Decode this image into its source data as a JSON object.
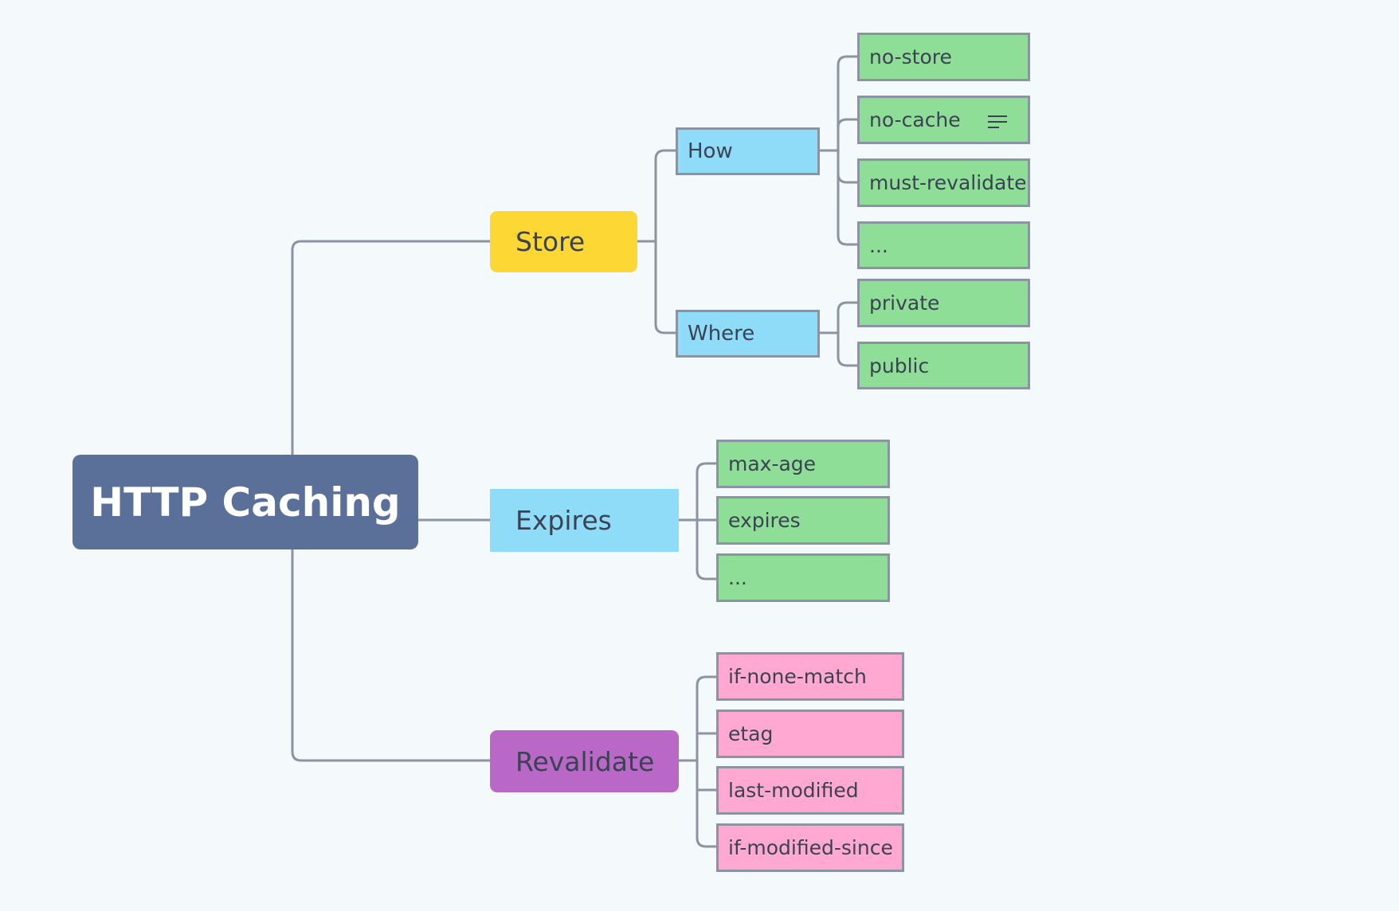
{
  "title": "HTTP Caching",
  "colors": {
    "root": "#5a7099",
    "store": "#fdd835",
    "expires": "#8fdcf8",
    "revalidate": "#ba68c8",
    "sub": "#8fdcf8",
    "leaf_green": "#8ede97",
    "leaf_pink": "#ffa9d2",
    "connector": "#8a94a3",
    "background": "#f4f9fc"
  },
  "branches": {
    "store": {
      "label": "Store",
      "how": {
        "label": "How",
        "items": [
          "no-store",
          "no-cache",
          "must-revalidate",
          "..."
        ],
        "note_icon": "notes-icon"
      },
      "where": {
        "label": "Where",
        "items": [
          "private",
          "public"
        ]
      }
    },
    "expires": {
      "label": "Expires",
      "items": [
        "max-age",
        "expires",
        "..."
      ]
    },
    "revalidate": {
      "label": "Revalidate",
      "items": [
        "if-none-match",
        "etag",
        "last-modified",
        "if-modified-since"
      ]
    }
  }
}
